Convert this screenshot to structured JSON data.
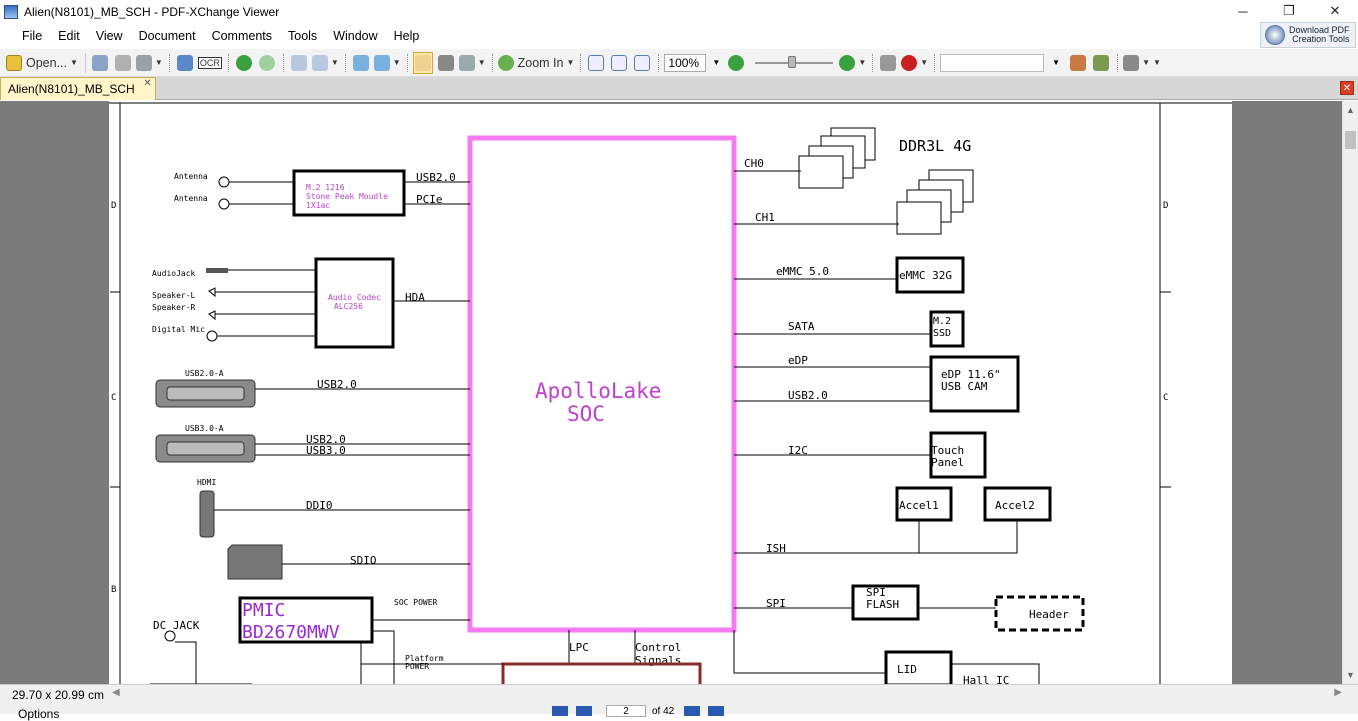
{
  "window": {
    "title": "Alien(N8101)_MB_SCH - PDF-XChange Viewer",
    "minimize": "─",
    "restore": "❐",
    "close": "✕"
  },
  "promo": {
    "line1": "Download PDF",
    "line2": "Creation Tools"
  },
  "menu": [
    "File",
    "Edit",
    "View",
    "Document",
    "Comments",
    "Tools",
    "Window",
    "Help"
  ],
  "toolbar": {
    "open_label": "Open...",
    "ocr_label": "OCR",
    "zoom_in_label": "Zoom In",
    "zoom_value": "100%"
  },
  "tab": {
    "label": "Alien(N8101)_MB_SCH",
    "close": "✕"
  },
  "status": {
    "page_size": "29.70 x 20.99 cm",
    "options_label": "Options",
    "current_page": "2",
    "page_total": "of 42"
  },
  "schematic": {
    "soc": {
      "line1": "ApolloLake",
      "line2": "SOC"
    },
    "ddr": "DDR3L 4G",
    "ch0": "CH0",
    "ch1": "CH1",
    "emmc_bus": "eMMC 5.0",
    "emmc": "eMMC 32G",
    "sata": "SATA",
    "ssd_l1": "M.2",
    "ssd_l2": "SSD",
    "edp": "eDP",
    "usb2_right": "USB2.0",
    "edp_box_l1": "eDP 11.6\"",
    "edp_box_l2": "USB CAM",
    "i2c": "I2C",
    "touch_l1": "Touch",
    "touch_l2": "Panel",
    "accel1": "Accel1",
    "accel2": "Accel2",
    "ish": "ISH",
    "spi": "SPI",
    "spi_flash_l1": "SPI",
    "spi_flash_l2": "FLASH",
    "header": "Header",
    "lid": "LID",
    "hall": "Hall IC",
    "lpc": "LPC",
    "control_l1": "Control",
    "control_l2": "Signals",
    "antenna1": "Antenna",
    "antenna2": "Antenna",
    "m2_l1": "M.2 1216",
    "m2_l2": "Stone Peak Moudle",
    "m2_l3": "1X1ac",
    "usb2_wifi": "USB2.0",
    "pcie": "PCIe",
    "audiojack": "AudioJack",
    "speaker_l": "Speaker-L",
    "speaker_r": "Speaker-R",
    "dmic": "Digital Mic",
    "codec_l1": "Audio Codec",
    "codec_l2": "ALC256",
    "hda": "HDA",
    "usb2a": "USB2.0-A",
    "usb2_a_bus": "USB2.0",
    "usb3a": "USB3.0-A",
    "usb3a_bus1": "USB2.0",
    "usb3a_bus2": "USB3.0",
    "hdmi": "HDMI",
    "ddi0": "DDI0",
    "sdio": "SDIO",
    "pmic_l1": "PMIC",
    "pmic_l2": "BD2670MWV",
    "soc_power": "SOC POWER",
    "plat_l1": "Platform",
    "plat_l2": "POWER",
    "dc_jack": "DC JACK",
    "zone_d": "D",
    "zone_c": "C",
    "zone_b": "B"
  }
}
